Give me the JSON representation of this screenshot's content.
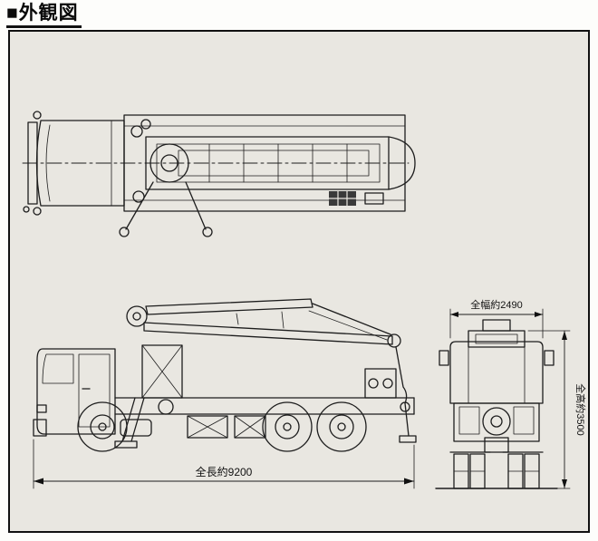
{
  "header": {
    "bullet": "■",
    "title": "外観図"
  },
  "drawing": {
    "views": {
      "top": "top-view",
      "side": "side-view",
      "rear": "rear-view"
    },
    "dimensions": {
      "overall_length": "全長約9200",
      "overall_width": "全幅約2490",
      "overall_height": "全高約3500"
    },
    "colors": {
      "ink": "#1d1d1d",
      "paper": "#e9e7e1",
      "frame_border": "#111111",
      "page_background": "#fdfdfb"
    }
  }
}
